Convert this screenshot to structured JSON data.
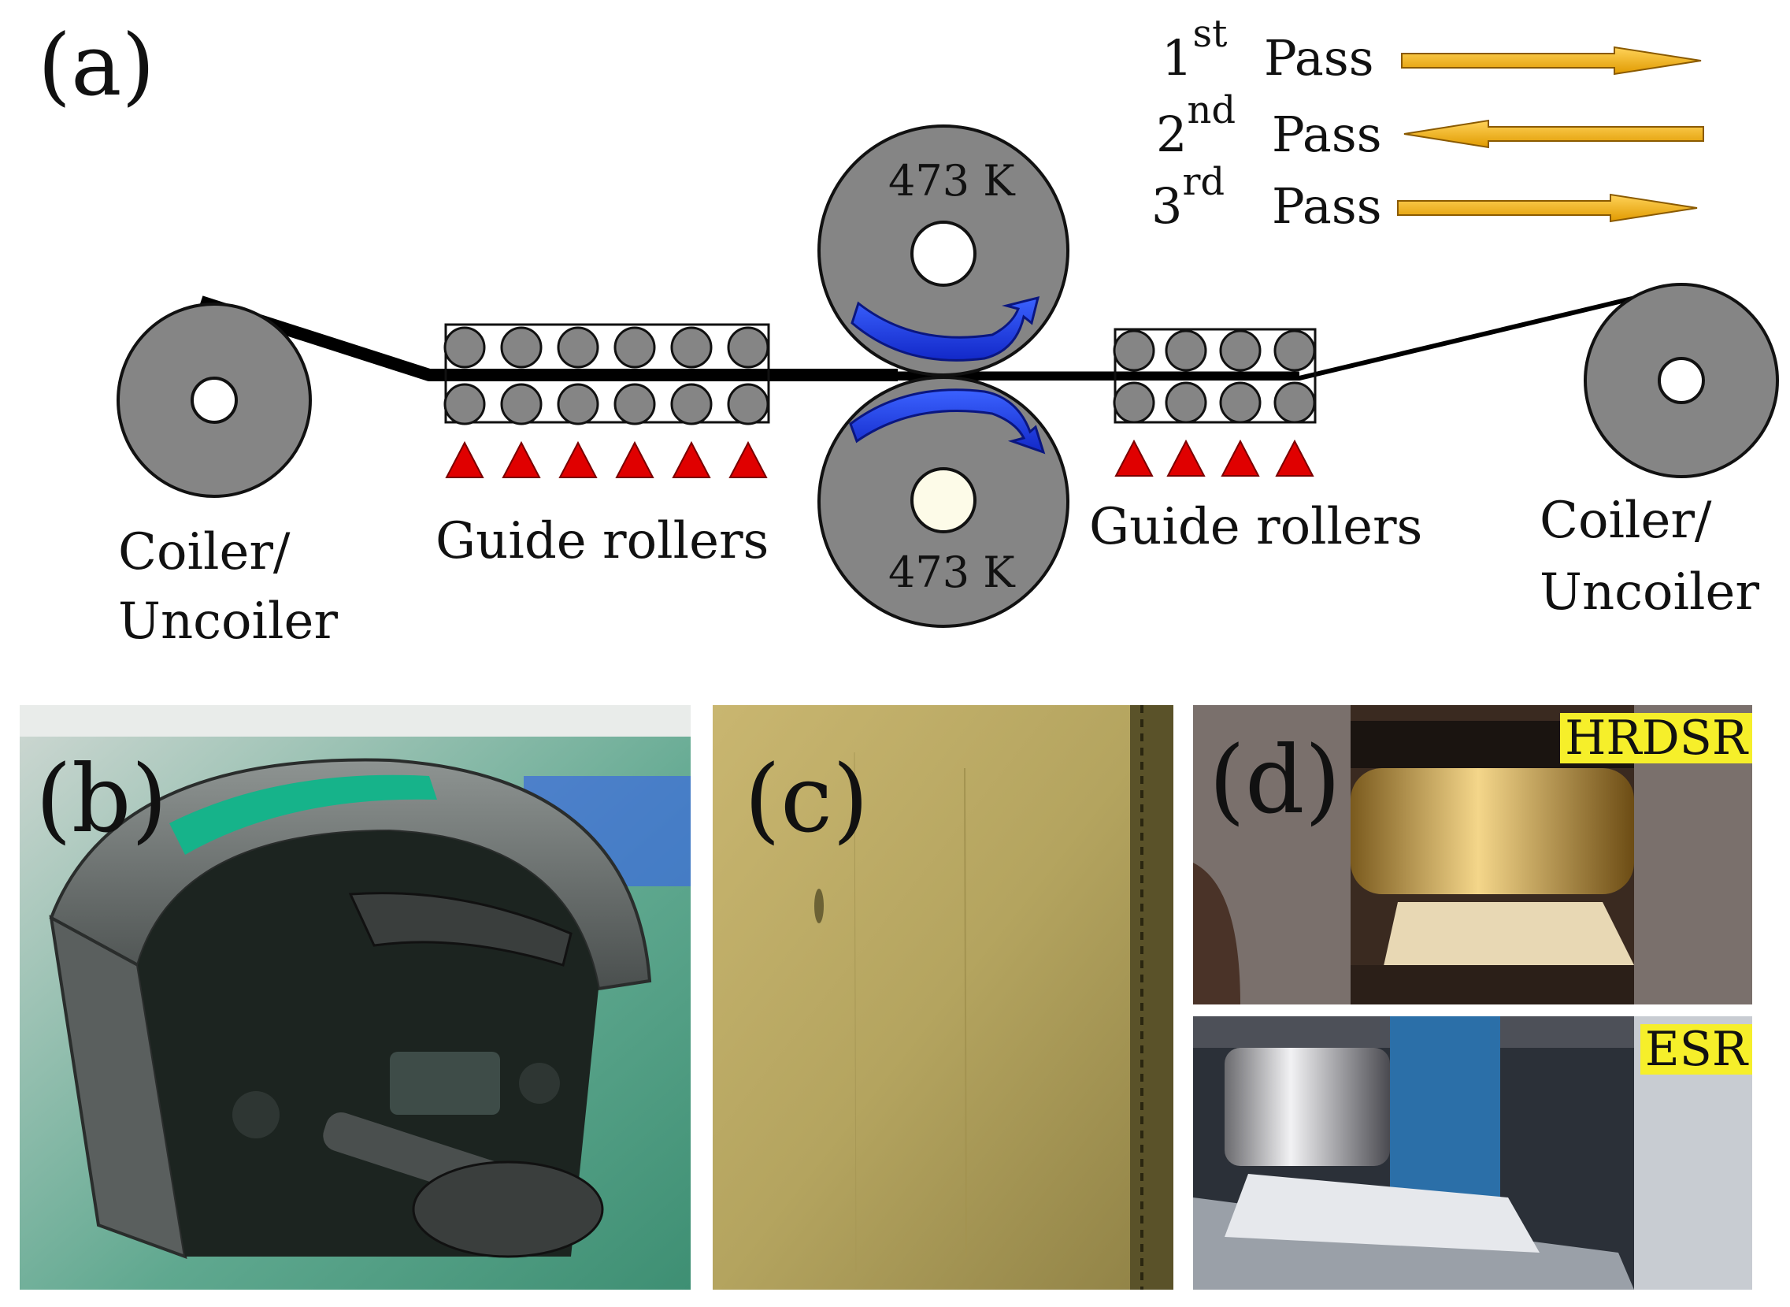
{
  "panel_a": {
    "label": "(a)",
    "passes": [
      {
        "ordinal": "1",
        "suffix": "st",
        "word": "Pass",
        "direction": "right"
      },
      {
        "ordinal": "2",
        "suffix": "nd",
        "word": "Pass",
        "direction": "left"
      },
      {
        "ordinal": "3",
        "suffix": "rd",
        "word": "Pass",
        "direction": "right"
      }
    ],
    "left_coiler": {
      "line1": "Coiler/",
      "line2": "Uncoiler"
    },
    "right_coiler": {
      "line1": "Coiler/",
      "line2": "Uncoiler"
    },
    "guide_left": "Guide rollers",
    "guide_right": "Guide rollers",
    "top_roll_temp": "473 K",
    "bottom_roll_temp": "473 K",
    "colors": {
      "roll_gray": "#858585",
      "arrow_orange": "#f2b21b",
      "rotation_blue": "#1f3fe6",
      "triangle_red": "#e00000",
      "sheet": "#000000"
    }
  },
  "panel_b": {
    "label": "(b)"
  },
  "panel_c": {
    "label": "(c)"
  },
  "panel_d": {
    "label": "(d)",
    "top_tag": "HRDSR",
    "bottom_tag": "ESR"
  }
}
